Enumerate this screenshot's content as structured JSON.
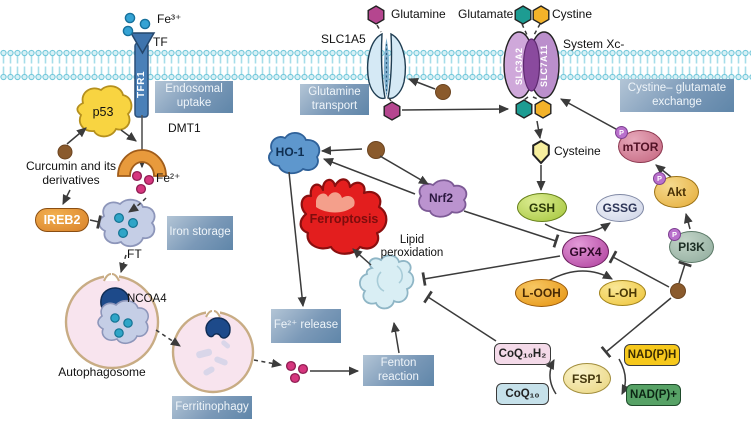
{
  "colors": {
    "accent_box_start": "#a9bdd0",
    "accent_box_end": "#5f86a9",
    "membrane": "#7ccbdd",
    "brown_dot": "#8a5a2c",
    "fe3_dot": "#35a3d4",
    "fe2_dot": "#d6367e",
    "ferroptosis_red": "#e31e1e"
  },
  "iron_pathway": {
    "fe3_label": "Fe³⁺",
    "tf_label": "TF",
    "tfr1_label": "TFR1",
    "endosomal_uptake_tag": "Endosomal uptake",
    "p53_label": "p53",
    "dmt1_label": "DMT1",
    "fe2_label": "Fe²⁺",
    "curcumin_label": "Curcumin and its derivatives",
    "ireb2_label": "IREB2",
    "ft_label": "FT",
    "iron_storage_tag": "Iron storage",
    "ncoa4_label": "NCOA4",
    "autophagosome_label": "Autophagosome",
    "ferritinophagy_tag": "Ferritinophagy",
    "fe2_release_tag": "Fe²⁺ release",
    "fenton_tag": "Fenton reaction"
  },
  "glutamine_pathway": {
    "glutamine_label": "Glutamine",
    "slc1a5_label": "SLC1A5",
    "transport_tag": "Glutamine transport"
  },
  "core": {
    "ho1_label": "HO-1",
    "nrf2_label": "Nrf2",
    "ferroptosis_label": "Ferroptosis",
    "lipid_peroxidation_label": "Lipid peroxidation"
  },
  "system_xc": {
    "glutamate_label": "Glutamate",
    "cystine_label": "Cystine",
    "slc3a2_label": "SLC3A2",
    "slc7a11_label": "SLC7A11",
    "system_label": "System Xc-",
    "exchange_tag": "Cystine– glutamate exchange",
    "cysteine_label": "Cysteine"
  },
  "gpx4_axis": {
    "gsh_label": "GSH",
    "gssg_label": "GSSG",
    "gpx4_label": "GPX4",
    "looh_label": "L-OOH",
    "loh_label": "L-OH"
  },
  "kinase_axis": {
    "mtor_label": "mTOR",
    "akt_label": "Akt",
    "pi3k_label": "PI3K",
    "phospho_label": "P"
  },
  "fsp1_axis": {
    "coq10h2_label": "CoQ₁₀H₂",
    "coq10_label": "CoQ₁₀",
    "fsp1_label": "FSP1",
    "nadph_label": "NAD(P)H",
    "nadp_label": "NAD(P)+"
  }
}
